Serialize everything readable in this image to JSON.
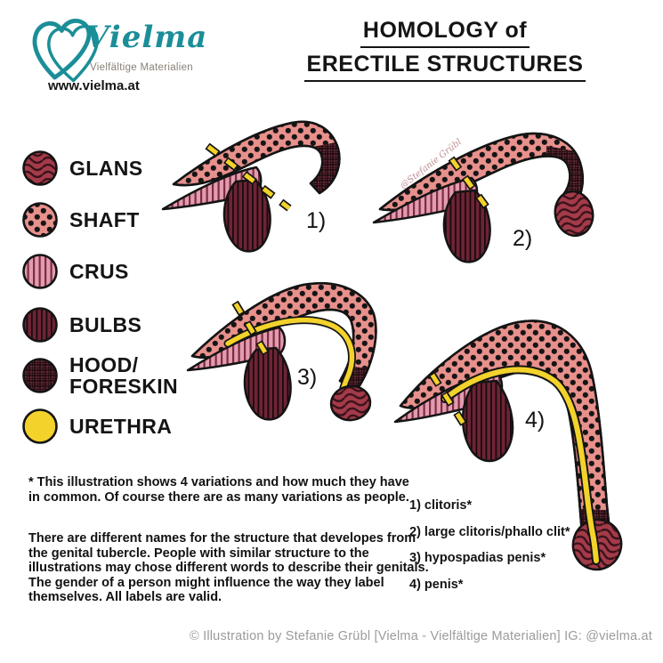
{
  "brand": {
    "name": "Vielma",
    "tagline": "Vielfältige Materialien",
    "website": "www.vielma.at"
  },
  "title": {
    "line1": "HOMOLOGY of",
    "line2": "ERECTILE STRUCTURES"
  },
  "legend": {
    "items": [
      {
        "label": "GLANS",
        "pattern": "glans-swirl",
        "color": "#a43b49"
      },
      {
        "label": "SHAFT",
        "pattern": "polka-dots",
        "color": "#e8908c"
      },
      {
        "label": "CRUS",
        "pattern": "pink-stripes",
        "color": "#e29cb1"
      },
      {
        "label": "BULBS",
        "pattern": "dark-stripes",
        "color": "#6d2434"
      },
      {
        "label": "HOOD/ FORESKIN",
        "pattern": "crosshatch",
        "color": "#5f2836"
      },
      {
        "label": "URETHRA",
        "pattern": "solid-yellow",
        "color": "#f3d22b"
      }
    ]
  },
  "figures": [
    {
      "number": "1)"
    },
    {
      "number": "2)"
    },
    {
      "number": "3)"
    },
    {
      "number": "4)"
    }
  ],
  "watermark": "@Stefanie Grübl",
  "notes": {
    "para1": "* This illustration shows 4 variations and how much they have in common. Of course there are as many variations as people.",
    "para2": "There are different names for the structure that developes from the genital tubercle. People with similar structure to the illustrations may chose different words to describe their genitals. The gender of a person might influence the way they label themselves. All labels are valid."
  },
  "variant_labels": [
    "1) clitoris*",
    "2) large clitoris/phallo clit*",
    "3) hypospadias penis*",
    "4) penis*"
  ],
  "footer": "© Illustration by Stefanie Grübl [Vielma - Vielfältige Materialien] IG: @vielma.at",
  "colors": {
    "glans": "#a43b49",
    "shaft": "#e8908c",
    "crus": "#e29cb1",
    "bulbs": "#6d2434",
    "hood": "#5f2836",
    "urethra": "#f3d22b",
    "outline": "#141414",
    "brand_teal": "#1b8e98"
  }
}
